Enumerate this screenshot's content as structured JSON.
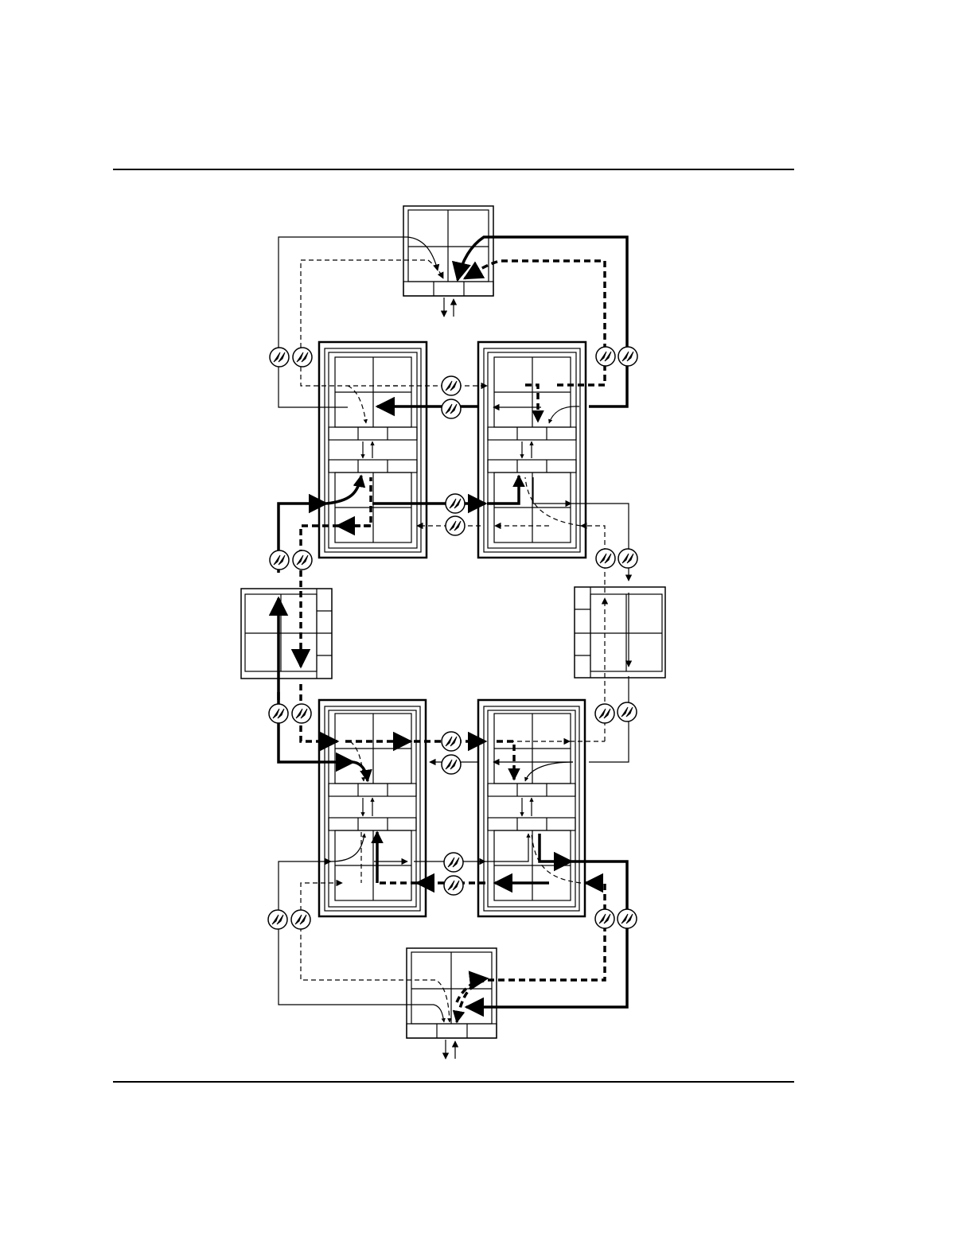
{
  "figure": {
    "colors": {
      "line": "#000000",
      "background": "#ffffff"
    },
    "node_types": [
      "terminal-node",
      "dual-node",
      "side-node"
    ],
    "line_styles": [
      "thin-solid",
      "thin-dashed",
      "thick-solid",
      "thick-dashed"
    ],
    "icon": "amplifier-icon"
  }
}
